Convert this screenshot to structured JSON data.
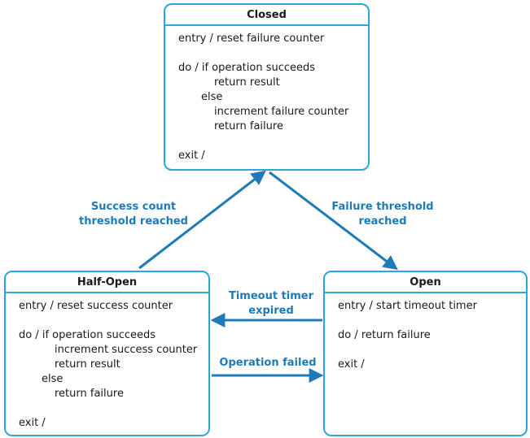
{
  "colors": {
    "border": "#2aa7dd",
    "arrow": "#1f7ab8",
    "label": "#1f7ab8"
  },
  "states": {
    "closed": {
      "title": "Closed",
      "lines": [
        "entry / reset failure counter",
        "",
        "do / if operation succeeds",
        "return result",
        "else",
        "increment failure counter",
        "return failure",
        "",
        "exit /"
      ]
    },
    "half_open": {
      "title": "Half-Open",
      "lines": [
        "entry / reset success counter",
        "",
        "do / if operation succeeds",
        "increment success counter",
        "return result",
        "else",
        "return failure",
        "",
        "exit /"
      ]
    },
    "open": {
      "title": "Open",
      "lines": [
        "entry / start timeout timer",
        "",
        "do / return failure",
        "",
        "exit /"
      ]
    }
  },
  "transitions": {
    "success_threshold": {
      "line1": "Success count",
      "line2": "threshold reached"
    },
    "failure_threshold": {
      "line1": "Failure threshold",
      "line2": "reached"
    },
    "timeout": {
      "line1": "Timeout timer",
      "line2": "expired"
    },
    "operation_failed": {
      "line1": "Operation failed"
    }
  }
}
